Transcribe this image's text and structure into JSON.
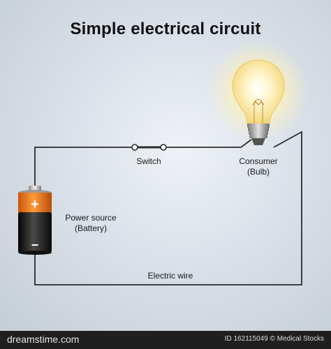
{
  "title": "Simple electrical circuit",
  "labels": {
    "switch": "Switch",
    "consumer_line1": "Consumer",
    "consumer_line2": "(Bulb)",
    "power_line1": "Power source",
    "power_line2": "(Battery)",
    "wire": "Electric wire"
  },
  "battery": {
    "plus": "+",
    "minus": "−"
  },
  "footer": {
    "brand": "dreamstime.com",
    "id_text": "ID 162115049 © Medical Stocks"
  },
  "colors": {
    "wire": "#2b2b2b",
    "battery_top": "#f07a18",
    "battery_body": "#1c1c1c",
    "bulb_glow": "#fff6c8",
    "footer_bg": "#1f1f1f"
  }
}
